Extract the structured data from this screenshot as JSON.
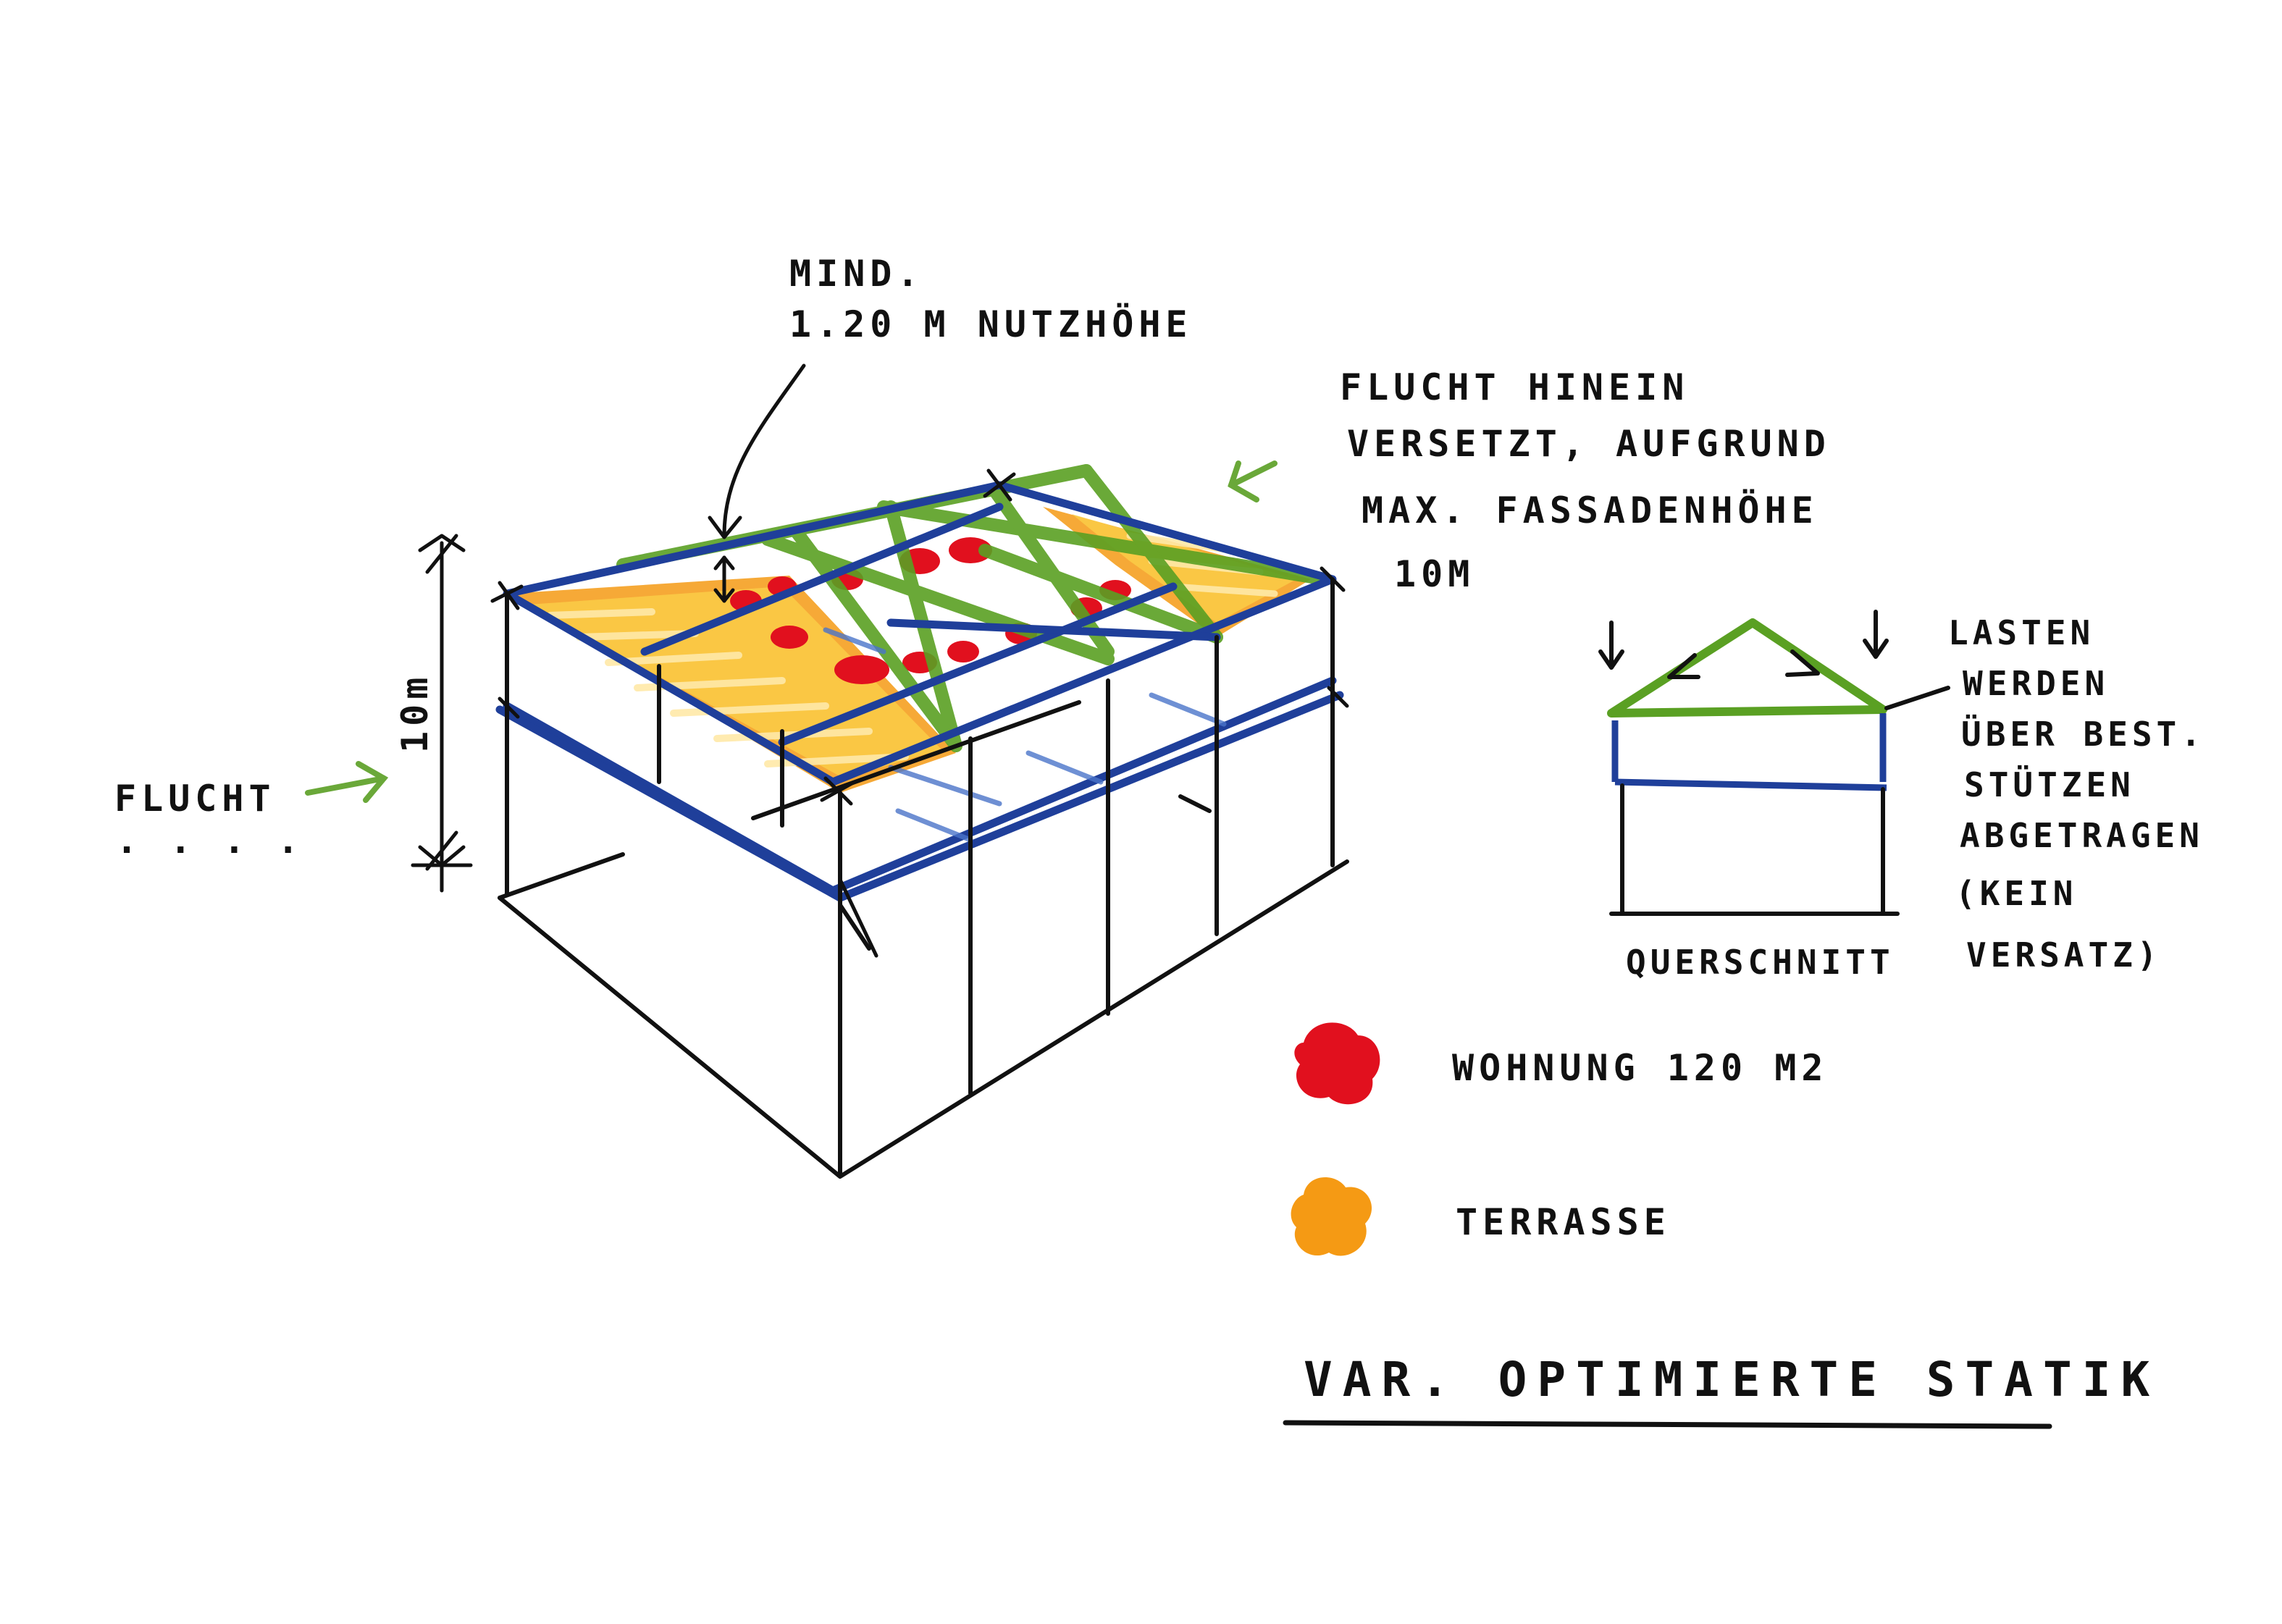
{
  "sketch": {
    "colors": {
      "ink": "#111111",
      "structure_blue": "#1f3f9a",
      "structure_blue_light": "#4a74c9",
      "roof_green": "#5aa023",
      "arrow_green": "#6aa839",
      "apartment_red": "#e1101e",
      "terrace_orange": "#f59a14",
      "terrace_yellow": "#fcd44a",
      "paper": "#ffffff"
    },
    "annotations": {
      "min_height_line1": "MIND.",
      "min_height_line2": "1.20 M NUTZHÖHE",
      "flucht_right_line1": "FLUCHT HINEIN",
      "flucht_right_line2": "VERSETZT, AUFGRUND",
      "flucht_right_line3": "MAX. FASSADENHÖHE",
      "flucht_right_line4": "10M",
      "flucht_left": "FLUCHT",
      "flucht_left_dots": ". . . .",
      "height_dimension": "10m"
    },
    "cross_section": {
      "label": "QUERSCHNITT",
      "note_lines": [
        "LASTEN",
        "WERDEN",
        "ÜBER BEST.",
        "STÜTZEN",
        "ABGETRAGEN",
        "(KEIN",
        "VERSATZ)"
      ]
    },
    "legend": [
      {
        "label": "WOHNUNG 120 M2",
        "color": "#e1101e",
        "icon": "red-blob-icon"
      },
      {
        "label": "TERRASSE",
        "color": "#f59a14",
        "icon": "orange-blob-icon"
      }
    ],
    "title": "VAR. OPTIMIERTE STATIK"
  }
}
